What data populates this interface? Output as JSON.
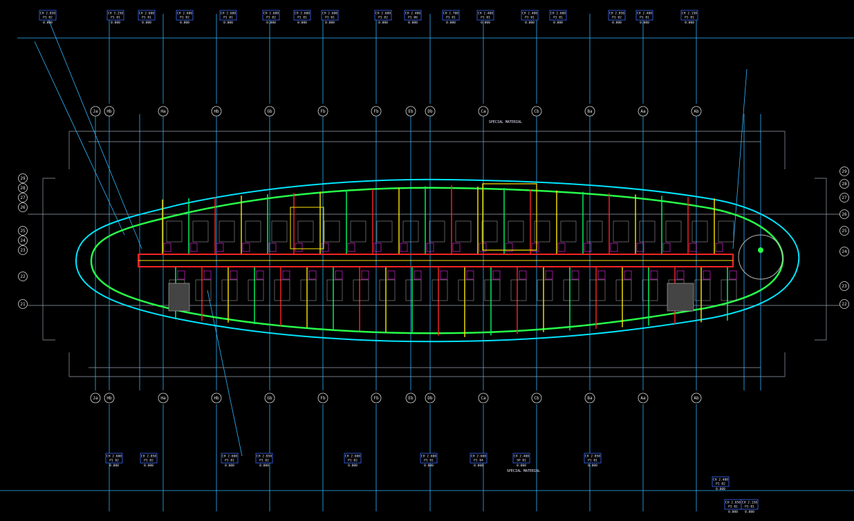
{
  "drawing": {
    "background": "#000000",
    "colors": {
      "leader": "#2fb7ff",
      "tag_border": "#3b6cff",
      "tag_text": "#e8e8ff",
      "grid_bubble": "#dcdcdc",
      "outer_hull": "#00e5ff",
      "inner_hull": "#27ff4a",
      "walls_yellow": "#ffea00",
      "walls_red": "#ff2424",
      "walls_magenta": "#ff2bff",
      "walls_green": "#00ff66",
      "furniture": "#b8b8b8",
      "dims": "#9aa6b0"
    },
    "labels": {
      "special_material_top": "SPECIAL MATERIAL",
      "special_material_bottom": "SPECIAL MATERIAL"
    },
    "grid_bubbles_top": [
      "Ja",
      "Hb",
      "Ha",
      "Hb",
      "Gb",
      "Fb",
      "Fb",
      "Eb",
      "Db",
      "Ca",
      "Cb",
      "Ba",
      "Aa",
      "Ab"
    ],
    "grid_bubbles_bottom": [
      "Ja",
      "Hb",
      "Ha",
      "Hb",
      "Gb",
      "Fb",
      "Fb",
      "Eb",
      "Db",
      "Ca",
      "Cb",
      "Ba",
      "Aa",
      "Ab"
    ],
    "grid_bubbles_left": [
      "29",
      "28",
      "27",
      "26",
      "25",
      "24",
      "23",
      "22",
      "21"
    ],
    "grid_bubbles_right": [
      "29",
      "28",
      "27",
      "26",
      "25",
      "24",
      "23",
      "22"
    ],
    "ceiling_tags_top": [
      {
        "a": "CH 2.850",
        "b": "P1 02",
        "c": "0.000"
      },
      {
        "a": "CH 3.250",
        "b": "P1 01",
        "c": "0.000"
      },
      {
        "a": "CH 2.600",
        "b": "P1 01",
        "c": "0.000"
      },
      {
        "a": "CH 2.600",
        "b": "P1 02",
        "c": "0.000"
      },
      {
        "a": "CH 2.600",
        "b": "P1 01",
        "c": "0.000"
      },
      {
        "a": "CH 2.600",
        "b": "P1 02",
        "c": "0.000"
      },
      {
        "a": "CH 2.600",
        "b": "P1 01",
        "c": "0.000"
      },
      {
        "a": "CH 2.600",
        "b": "P1 01",
        "c": "0.000"
      },
      {
        "a": "CH 2.600",
        "b": "P1 02",
        "c": "0.000"
      },
      {
        "a": "CH 2.400",
        "b": "P1 06",
        "c": "0.000"
      },
      {
        "a": "CH 2.700",
        "b": "P1 01",
        "c": "0.000"
      },
      {
        "a": "CH 2.400",
        "b": "P1 01",
        "c": "0.000"
      },
      {
        "a": "CH 2.400",
        "b": "P1 01",
        "c": "0.000"
      },
      {
        "a": "CH 2.600",
        "b": "P1 01",
        "c": "0.000"
      },
      {
        "a": "CH 2.850",
        "b": "P1 02",
        "c": "0.000"
      },
      {
        "a": "CH 2.400",
        "b": "P1 01",
        "c": "0.000"
      },
      {
        "a": "CH 2.150",
        "b": "P1 01",
        "c": "0.000"
      }
    ],
    "ceiling_tags_bottom": [
      {
        "a": "CH 2.600",
        "b": "P1 02",
        "c": "0.000"
      },
      {
        "a": "CH 2.850",
        "b": "P1 02",
        "c": "0.000"
      },
      {
        "a": "CH 2.600",
        "b": "P1 01",
        "c": "0.000"
      },
      {
        "a": "CH 2.850",
        "b": "P1 02",
        "c": "0.000"
      },
      {
        "a": "CH 2.600",
        "b": "P1 02",
        "c": "0.000"
      },
      {
        "a": "CH 2.600",
        "b": "P1 01",
        "c": "0.000"
      },
      {
        "a": "CH 2.600",
        "b": "P1 04",
        "c": "0.000"
      },
      {
        "a": "CH 2.400",
        "b": "SP 01",
        "c": "0.000"
      },
      {
        "a": "CH 2.850",
        "b": "P1 01",
        "c": "0.000"
      },
      {
        "a": "CH 2.400",
        "b": "P1 02",
        "c": "0.000"
      },
      {
        "a": "CH 2.850",
        "b": "P1 01",
        "c": "0.000"
      },
      {
        "a": "CH 2.150",
        "b": "P1 01",
        "c": "0.000"
      }
    ]
  }
}
